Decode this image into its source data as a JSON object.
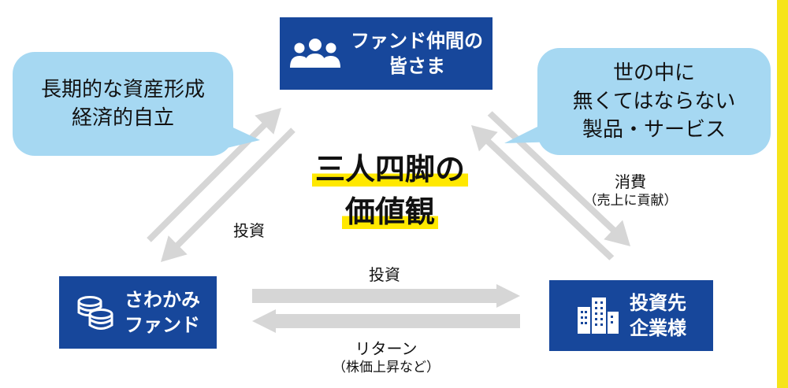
{
  "nodes": {
    "members": {
      "label_line1": "ファンド仲間の",
      "label_line2": "皆さま",
      "icon": "people-group-icon"
    },
    "fund": {
      "label_line1": "さわかみ",
      "label_line2": "ファンド",
      "icon": "coins-icon"
    },
    "company": {
      "label_line1": "投資先",
      "label_line2": "企業様",
      "icon": "buildings-icon"
    }
  },
  "bubbles": {
    "left": {
      "line1": "長期的な資産形成",
      "line2": "経済的自立"
    },
    "right": {
      "line1": "世の中に",
      "line2": "無くてはならない",
      "line3": "製品・サービス"
    }
  },
  "center": {
    "line1": "三人四脚の",
    "line2": "価値観"
  },
  "edge_labels": {
    "left_invest": "投資",
    "right_consume": "消費",
    "right_consume_sub": "（売上に貢献）",
    "bottom_invest": "投資",
    "bottom_return": "リターン",
    "bottom_return_sub": "（株価上昇など）"
  },
  "colors": {
    "node_fill": "#17479b",
    "bubble_fill": "#a6d8f2",
    "arrow_fill": "#d6d6d6",
    "highlight": "#ffe800",
    "edge_strip": "#f6e41a"
  }
}
